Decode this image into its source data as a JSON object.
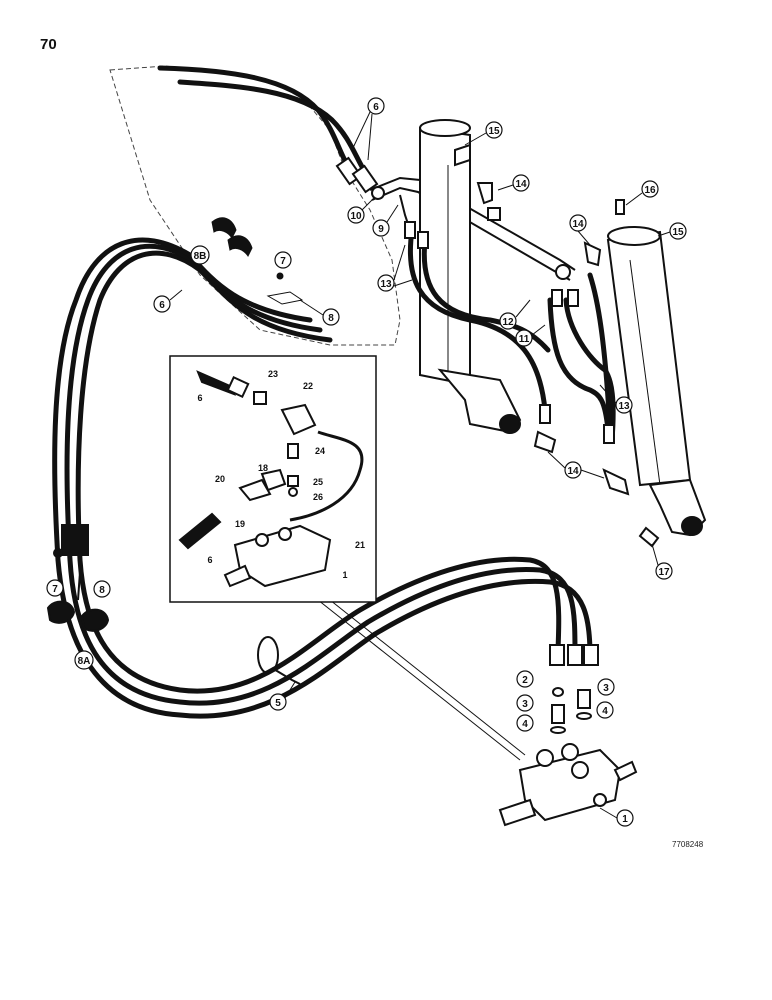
{
  "page_number": "70",
  "reference_code": "7708248",
  "callouts": [
    {
      "id": "c6a",
      "label": "6"
    },
    {
      "id": "c15a",
      "label": "15"
    },
    {
      "id": "c14a",
      "label": "14"
    },
    {
      "id": "c16",
      "label": "16"
    },
    {
      "id": "c10",
      "label": "10"
    },
    {
      "id": "c9",
      "label": "9"
    },
    {
      "id": "c14b",
      "label": "14"
    },
    {
      "id": "c15b",
      "label": "15"
    },
    {
      "id": "c8b",
      "label": "8B"
    },
    {
      "id": "c7a",
      "label": "7"
    },
    {
      "id": "c13a",
      "label": "13"
    },
    {
      "id": "c6b",
      "label": "6"
    },
    {
      "id": "c8a",
      "label": "8"
    },
    {
      "id": "c12",
      "label": "12"
    },
    {
      "id": "c11",
      "label": "11"
    },
    {
      "id": "c13b",
      "label": "13"
    },
    {
      "id": "c14c",
      "label": "14"
    },
    {
      "id": "c17",
      "label": "17"
    },
    {
      "id": "c7b",
      "label": "7"
    },
    {
      "id": "c8c",
      "label": "8"
    },
    {
      "id": "c8a2",
      "label": "8A"
    },
    {
      "id": "c5",
      "label": "5"
    },
    {
      "id": "c2",
      "label": "2"
    },
    {
      "id": "c3a",
      "label": "3"
    },
    {
      "id": "c3b",
      "label": "3"
    },
    {
      "id": "c4a",
      "label": "4"
    },
    {
      "id": "c4b",
      "label": "4"
    },
    {
      "id": "c1",
      "label": "1"
    }
  ],
  "inset_labels": [
    {
      "id": "i23",
      "label": "23"
    },
    {
      "id": "i22",
      "label": "22"
    },
    {
      "id": "i6a",
      "label": "6"
    },
    {
      "id": "i24",
      "label": "24"
    },
    {
      "id": "i18",
      "label": "18"
    },
    {
      "id": "i20",
      "label": "20"
    },
    {
      "id": "i25",
      "label": "25"
    },
    {
      "id": "i26",
      "label": "26"
    },
    {
      "id": "i19",
      "label": "19"
    },
    {
      "id": "i21",
      "label": "21"
    },
    {
      "id": "i6b",
      "label": "6"
    },
    {
      "id": "i1",
      "label": "1"
    }
  ]
}
